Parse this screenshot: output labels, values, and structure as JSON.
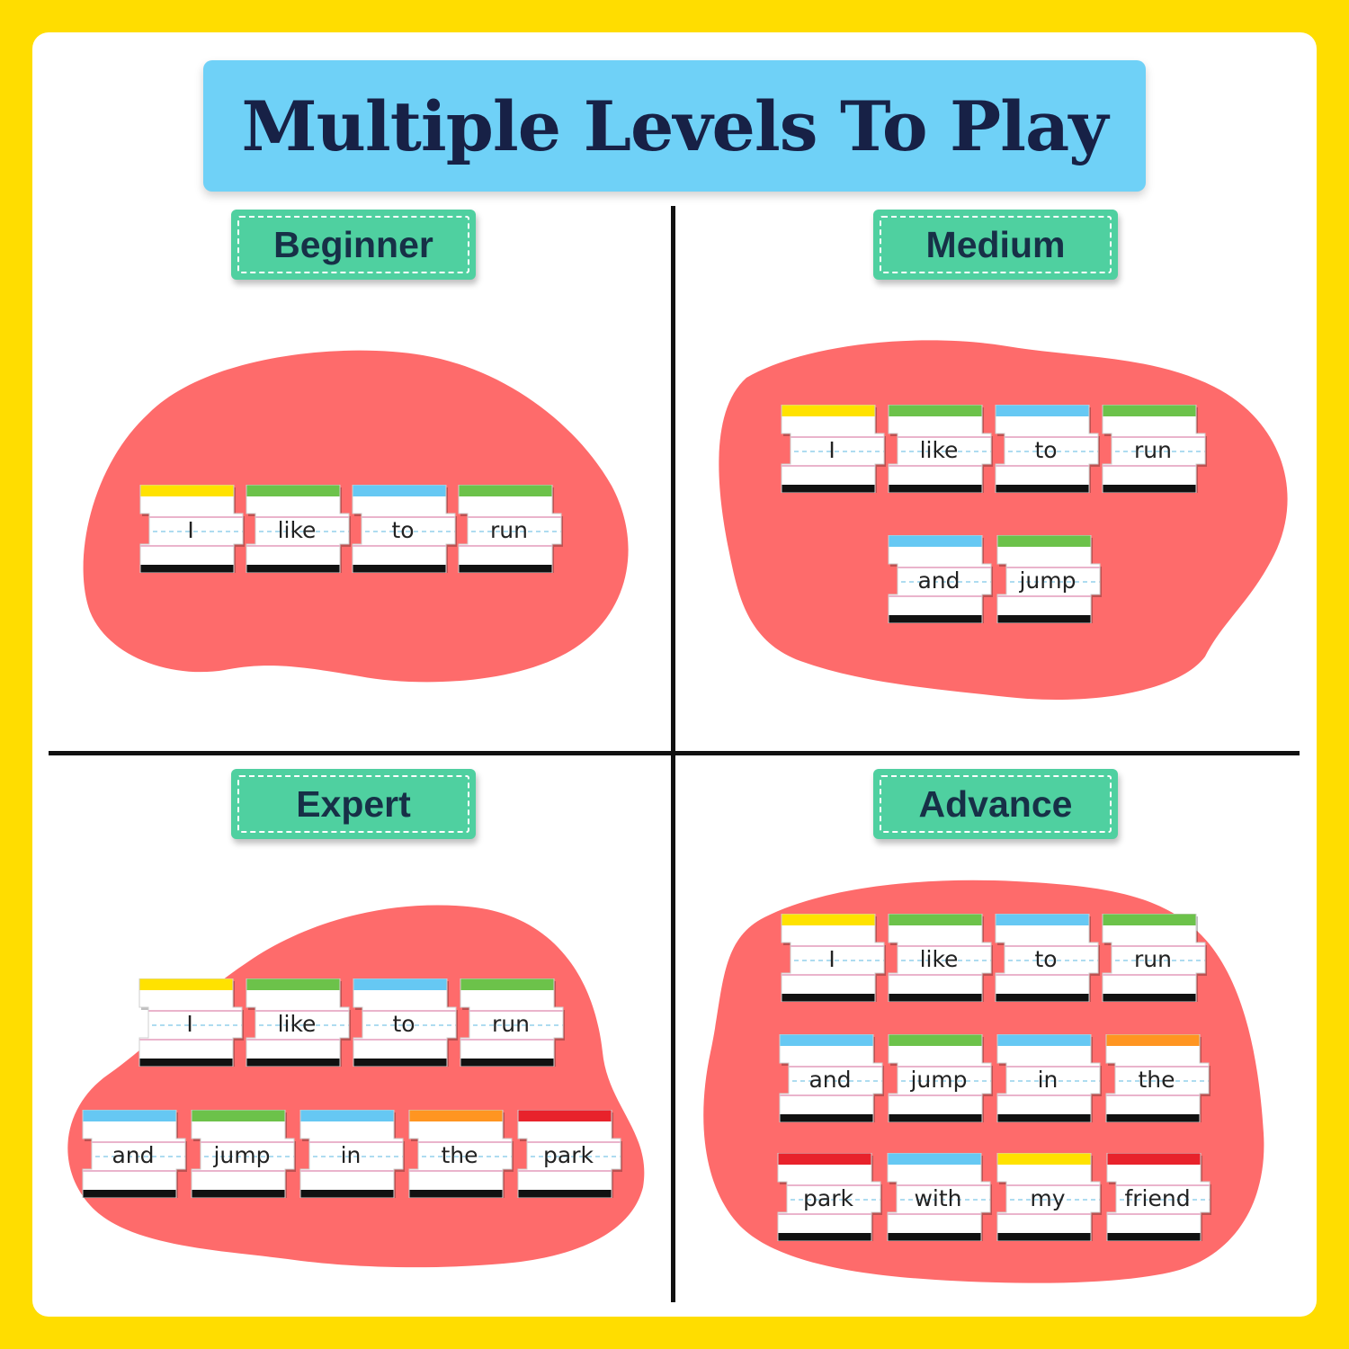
{
  "title": "Multiple Levels To Play",
  "colors": {
    "background": "#ffdd00",
    "banner": "#6fd1f7",
    "badge": "#4fd0a0",
    "blob": "#fe6b6b",
    "yellow": "#ffe200",
    "green": "#6cc24a",
    "blue": "#66c8f3",
    "orange": "#ff9521",
    "red": "#e8222b"
  },
  "levels": [
    {
      "name": "Beginner",
      "rows": [
        [
          {
            "word": "I",
            "color": "yellow"
          },
          {
            "word": "like",
            "color": "green"
          },
          {
            "word": "to",
            "color": "blue"
          },
          {
            "word": "run",
            "color": "green"
          }
        ]
      ]
    },
    {
      "name": "Medium",
      "rows": [
        [
          {
            "word": "I",
            "color": "yellow"
          },
          {
            "word": "like",
            "color": "green"
          },
          {
            "word": "to",
            "color": "blue"
          },
          {
            "word": "run",
            "color": "green"
          }
        ],
        [
          {
            "word": "and",
            "color": "blue"
          },
          {
            "word": "jump",
            "color": "green"
          }
        ]
      ]
    },
    {
      "name": "Expert",
      "rows": [
        [
          {
            "word": "I",
            "color": "yellow"
          },
          {
            "word": "like",
            "color": "green"
          },
          {
            "word": "to",
            "color": "blue"
          },
          {
            "word": "run",
            "color": "green"
          }
        ],
        [
          {
            "word": "and",
            "color": "blue"
          },
          {
            "word": "jump",
            "color": "green"
          },
          {
            "word": "in",
            "color": "blue"
          },
          {
            "word": "the",
            "color": "orange"
          },
          {
            "word": "park",
            "color": "red"
          }
        ]
      ]
    },
    {
      "name": "Advance",
      "rows": [
        [
          {
            "word": "I",
            "color": "yellow"
          },
          {
            "word": "like",
            "color": "green"
          },
          {
            "word": "to",
            "color": "blue"
          },
          {
            "word": "run",
            "color": "green"
          }
        ],
        [
          {
            "word": "and",
            "color": "blue"
          },
          {
            "word": "jump",
            "color": "green"
          },
          {
            "word": "in",
            "color": "blue"
          },
          {
            "word": "the",
            "color": "orange"
          }
        ],
        [
          {
            "word": "park",
            "color": "red"
          },
          {
            "word": "with",
            "color": "blue"
          },
          {
            "word": "my",
            "color": "yellow"
          },
          {
            "word": "friend",
            "color": "red"
          }
        ]
      ]
    }
  ]
}
